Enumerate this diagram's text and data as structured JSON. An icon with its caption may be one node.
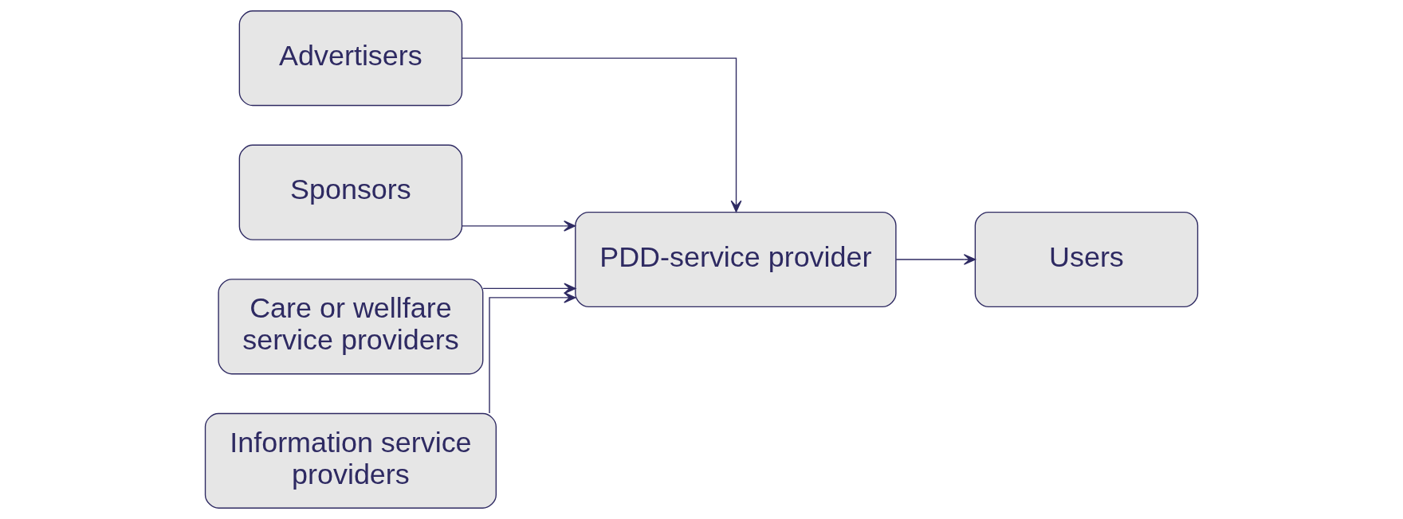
{
  "diagram": {
    "nodes": [
      {
        "text": [
          "Advertisers"
        ]
      },
      {
        "text": [
          "Sponsors"
        ]
      },
      {
        "text": [
          "Care or wellfare service providers"
        ]
      },
      {
        "text": [
          "PDD-service provider"
        ]
      },
      {
        "text": [
          "Information service providers"
        ]
      },
      {
        "text": [
          "Users"
        ]
      }
    ],
    "edges": [
      {
        "from": 0,
        "to": 3,
        "arrow": "to"
      },
      {
        "from": 1,
        "to": 3,
        "arrow": "to"
      },
      {
        "from": 2,
        "to": 3,
        "arrow": "to"
      },
      {
        "from": 4,
        "to": 3,
        "arrow": "to"
      },
      {
        "from": 3,
        "to": 5,
        "arrow": "to"
      }
    ]
  }
}
